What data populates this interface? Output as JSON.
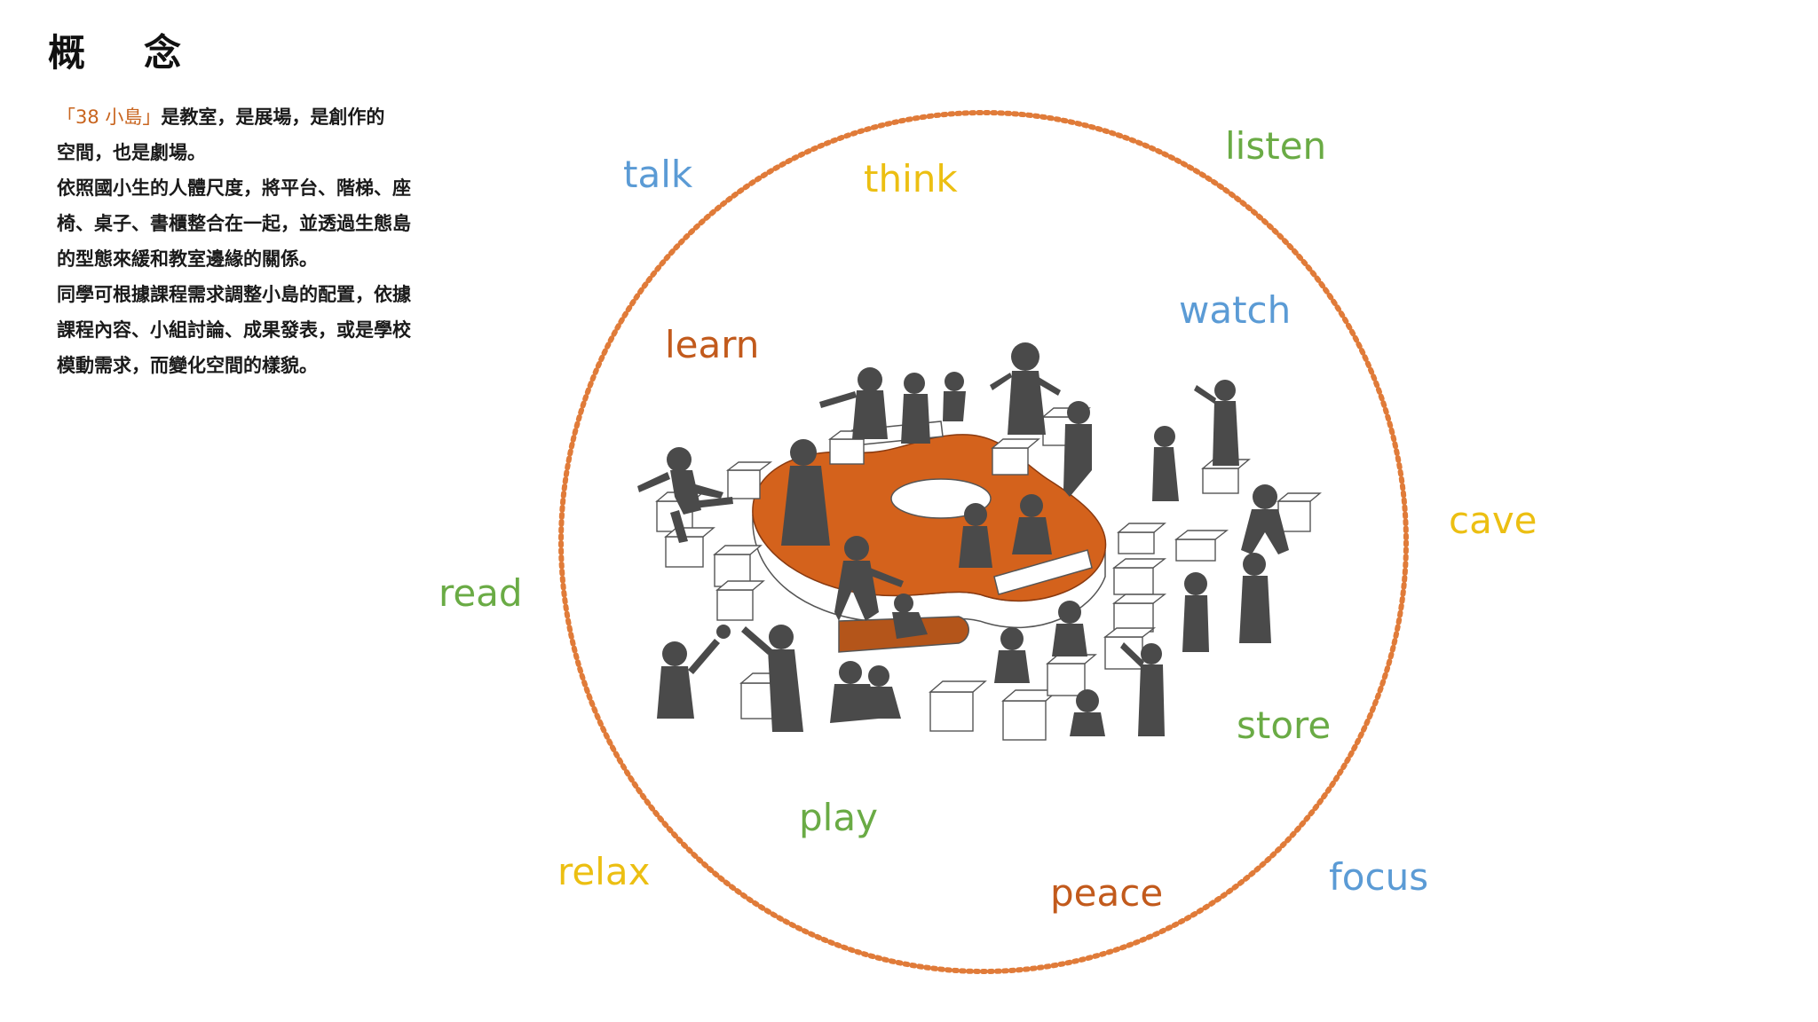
{
  "title": {
    "part1": "概",
    "part2": "念"
  },
  "paragraph": {
    "highlight": "「38 小島」",
    "lines": [
      "是教室，是展場，是創作的",
      "空間，也是劇場。",
      "依照國小生的人體尺度，將平台、階梯、座",
      "椅、桌子、書櫃整合在一起，並透過生態島",
      "的型態來緩和教室邊緣的關係。",
      "同學可根據課程需求調整小島的配置，依據",
      "課程內容、小組討論、成果發表，或是學校",
      "模動需求，而變化空間的樣貌。"
    ]
  },
  "diagram": {
    "ring_color": "#e07b39",
    "island_color": "#d4621c",
    "silhouette_color": "#4a4a4a",
    "words": {
      "talk": "talk",
      "think": "think",
      "listen": "listen",
      "watch": "watch",
      "learn": "learn",
      "cave": "cave",
      "read": "read",
      "store": "store",
      "play": "play",
      "relax": "relax",
      "peace": "peace",
      "focus": "focus"
    },
    "colors": {
      "blue": "#5b9bd5",
      "yellow": "#ecbf12",
      "green": "#6aab45",
      "orange": "#c25a1c"
    }
  }
}
